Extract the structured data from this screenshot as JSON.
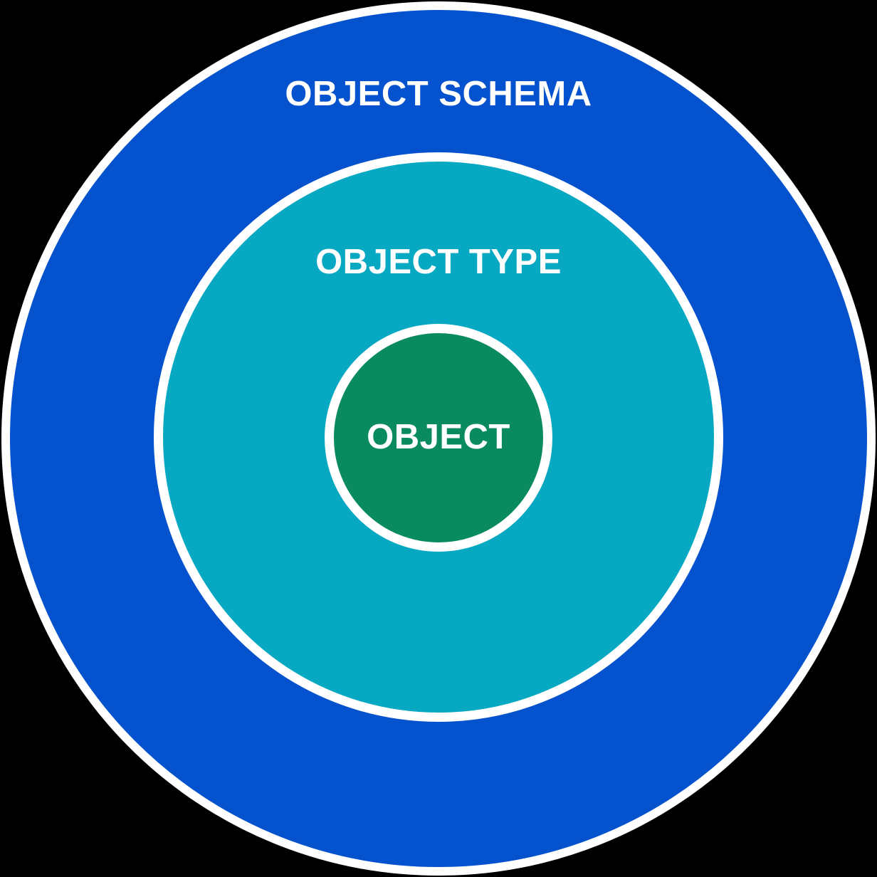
{
  "diagram": {
    "title": "Object schema concentric circles diagram",
    "background_color": "#000000",
    "ring_border_color": "#ffffff",
    "label_text_color": "#ffffff",
    "rings": [
      {
        "label": "OBJECT SCHEMA",
        "color": "#0452cd",
        "level": "outer"
      },
      {
        "label": "OBJECT TYPE",
        "color": "#06a8c2",
        "level": "middle"
      },
      {
        "label": "OBJECT",
        "color": "#0a8a5f",
        "level": "inner"
      }
    ]
  }
}
